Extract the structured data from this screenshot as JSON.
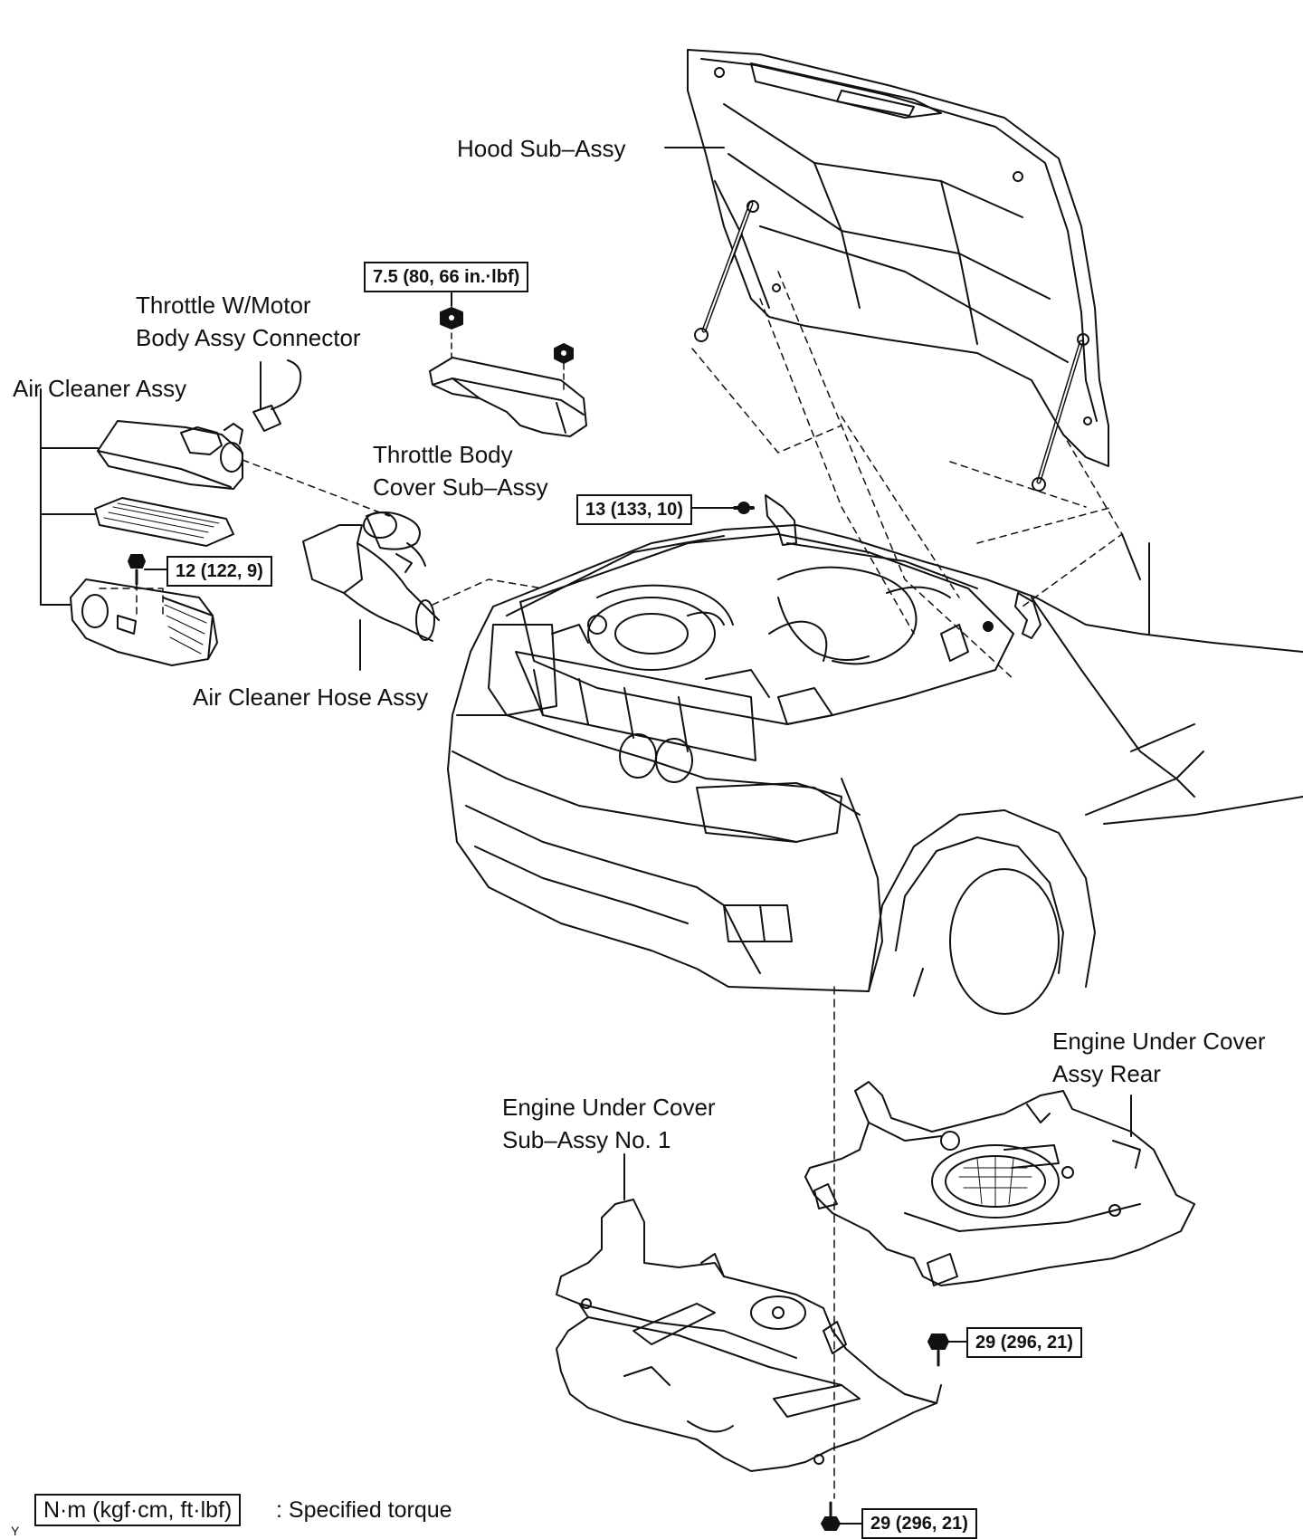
{
  "labels": {
    "hood": "Hood Sub–Assy",
    "throttle_connector_line1": "Throttle W/Motor",
    "throttle_connector_line2": "Body Assy Connector",
    "air_cleaner_assy": "Air Cleaner Assy",
    "throttle_cover_line1": "Throttle Body",
    "throttle_cover_line2": "Cover Sub–Assy",
    "air_cleaner_hose": "Air Cleaner Hose Assy",
    "under_cover_rear_line1": "Engine Under Cover",
    "under_cover_rear_line2": "Assy Rear",
    "under_cover_no1_line1": "Engine Under Cover",
    "under_cover_no1_line2": "Sub–Assy No. 1"
  },
  "torques": {
    "throttle_cover": "7.5 (80, 66 in.·lbf)",
    "hood_hinge": "13 (133, 10)",
    "air_cleaner": "12 (122, 9)",
    "under_cover_rear": "29 (296, 21)",
    "under_cover_front": "29 (296, 21)"
  },
  "legend": {
    "unit_box": "N·m (kgf·cm, ft·lbf)",
    "description": ": Specified torque"
  },
  "figure_code": "Y"
}
